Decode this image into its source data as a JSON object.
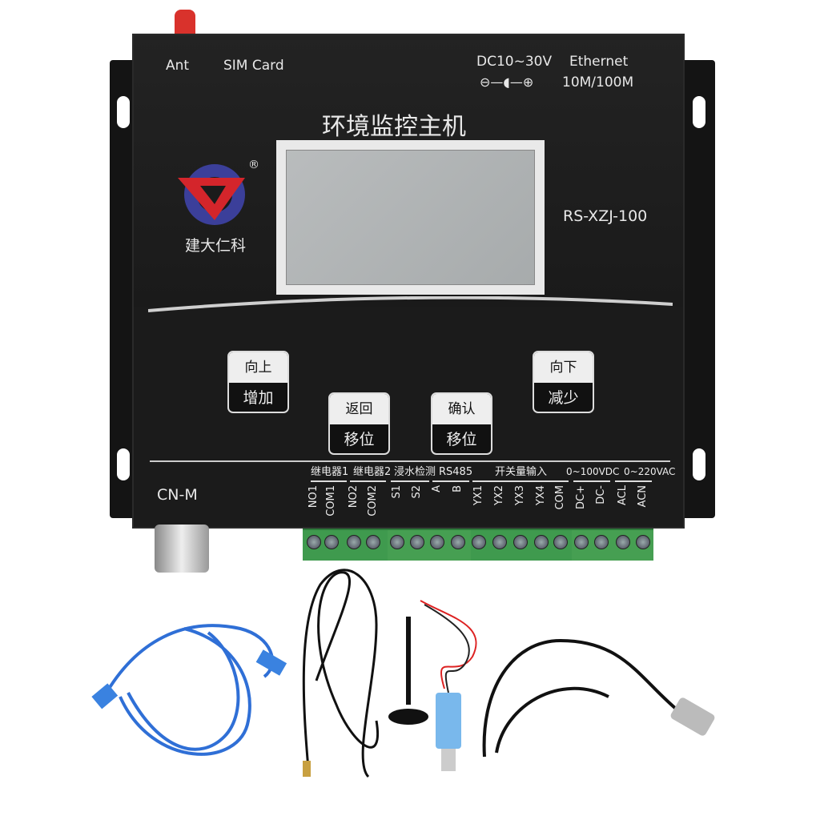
{
  "device": {
    "top_labels": {
      "ant": "Ant",
      "sim": "SIM Card",
      "power": "DC10~30V",
      "ethernet": "Ethernet",
      "speed": "10M/100M",
      "polarity": "⊖—◖—⊕"
    },
    "title": "环境监控主机",
    "brand": "建大仁科",
    "registered": "®",
    "model": "RS-XZJ-100",
    "buttons": [
      {
        "top": "向上",
        "bottom": "增加"
      },
      {
        "top": "返回",
        "bottom": "移位"
      },
      {
        "top": "确认",
        "bottom": "移位"
      },
      {
        "top": "向下",
        "bottom": "减少"
      }
    ],
    "connector_label": "CN-M",
    "terminal_groups": [
      "继电器1",
      "继电器2",
      "浸水检测",
      "RS485",
      "开关量输入",
      "0~100VDC",
      "0~220VAC"
    ],
    "terminals": [
      "NO1",
      "COM1",
      "NO2",
      "COM2",
      "S1",
      "S2",
      "A",
      "B",
      "YX1",
      "YX2",
      "YX3",
      "YX4",
      "COM",
      "DC+",
      "DC-",
      "ACL",
      "ACN"
    ]
  },
  "colors": {
    "body": "#1b1b1b",
    "terminal": "#3f9a4e",
    "logo_red": "#d4252b",
    "logo_blue": "#3b3f9a",
    "ethernet_cable": "#2f6fd6"
  }
}
